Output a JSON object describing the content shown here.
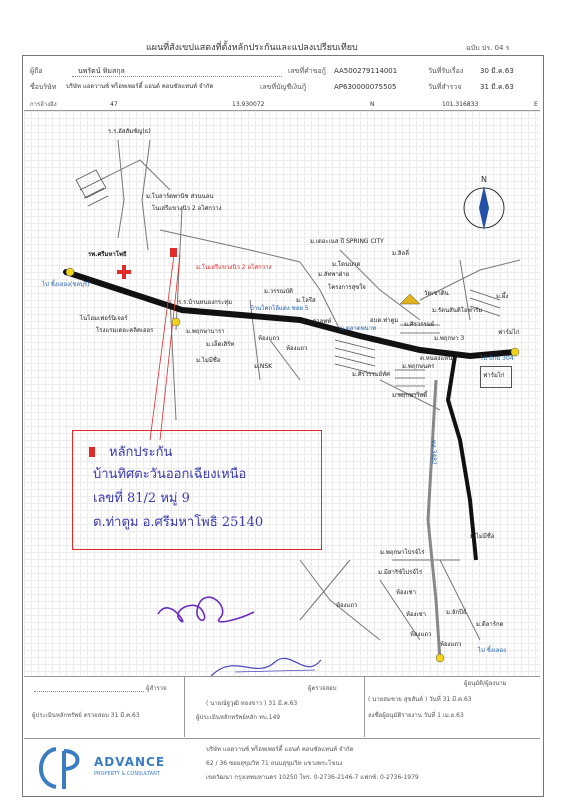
{
  "header": {
    "title": "แผนที่สังเขปแสดงที่ตั้งหลักประกันและแปลงเปรียบเทียบ",
    "form_no": "ฉบับ ปร. 04 ร"
  },
  "info": {
    "client_label": "ผู้ถือ",
    "client_name": "นพรัตน์ ทิมสกุล",
    "app_no_label": "เลขที่คำขอกู้",
    "app_no": "AA500279114001",
    "receive_date_label": "วันที่รับเรื่อง",
    "receive_date": "30 มี.ค.63",
    "appraiser_label": "ชื่อบริษัท",
    "appraiser_name": "บริษัท แอดวานซ์ พร็อพเพอร์ตี้ แอนด์ คอนซัลแทนท์ จำกัด",
    "job_no_label": "เลขที่บัญชีเงินกู้",
    "job_no": "AP630000075505",
    "survey_date_label": "วันที่สำรวจ",
    "survey_date": "31 มี.ค.63",
    "coord_label": "การอ้างอิง",
    "coord_zone": "47",
    "coord_e": "13.930072",
    "coord_n_label": "N",
    "coord_n": "101.316833",
    "coord_e_label": "E"
  },
  "map_labels": {
    "top_school": "ร.ร.อัสสัมชัญ(ธ)",
    "bus_stop": "ม.โบลาร์ดพานิช ส่วนนอน",
    "village_top": "โนเสรีแขวงนิว 2 อโศกวาง",
    "hospital": "รพ.ศรีมหาโพธิ",
    "subject_zone": "ม.โนเสรีแขวงนิว 2 อโศกวาง",
    "school2": "ร.ร.บ้านหนองกระทุ่ม",
    "spring_city": "ม.เดอะเนส ปี SPRING CITY",
    "lilly": "ม.ลิลลี่",
    "dolls": "ม.โดนนาด",
    "sattaphon": "ม.ลัทพาฝ่าย",
    "project": "โครงการสุขใจ",
    "temple": "วัดเขาดิน",
    "worabot": "ม.วรรณบัติ",
    "lori": "ม.โลรีส",
    "bee": "ม.ผึ้ง",
    "ratsami": "ม.รัตนสันติโอฟาร์ม",
    "to_sriracha": "ไป ชิ้งเลอง(ชลบุรี)",
    "homestay": "ไนโฮมเฟอร์นิเจอร์",
    "hotel": "โรงแรมเดอะคลิคเออร",
    "prukanara": "ม.พฤกษานารา",
    "mixed_road": "บ้านโคกโล้แดง ซอย 5",
    "letsit": "ม.เล็ดเสิร์ท",
    "mimisue": "ม.ไม่มีชื่อ",
    "nsk": "ม.NSK",
    "room_row": "ห้องแถว",
    "room_row2": "ห้องแถว",
    "school3": "ร.ร.ค่าลูทท์",
    "police": "อบต.ท่าตูม",
    "market": "ม.ตลาดพนาท",
    "sirawat": "ม.ศิรวรรมย์",
    "pruksa3": "ม.พฤกษา 3",
    "farm1": "ฟาร์มไก่",
    "to_cd": "ไป ปักฉ 304",
    "farm2": "ฟาร์มไก่",
    "sirawat2": "ม.ศิรวรรมย์ทัศ",
    "pruksa_mm": "ม.พฤกษนคร",
    "pruksa_lotus": "ม.พฤกษาโลตี้",
    "hatnoi": "ต.หนองแหน",
    "highway": "ทล.3482",
    "no_name2": "ม.ไม่มีชื่อ",
    "pruksa_pro": "ม.พฤกษาโปรจ์ไร่",
    "naa": "ม.มีสาริช์โปรจ์ไร่",
    "room_row3": "ห้องแถว",
    "room_row4": "ห้องเช่า",
    "room_row5": "ห้องเช่า",
    "room_row6": "ห้องแถว",
    "jatuchak": "ม.จักปีธ์",
    "boat": "ม.ดีลาร์กด",
    "room_row7": "ห้องแถว",
    "to_road": "ไป ชิ้งเลอง"
  },
  "note": {
    "line1": "หลักประกัน",
    "line2": "บ้านทิศตะวันออกเฉียงเหนือ",
    "line3": "เลขที่ 81/2 หมู่ 9",
    "line4": "ต.ท่าตูม อ.ศรีมหาโพธิ 25140"
  },
  "footer_sign": {
    "left_role": "ผู้สำรวจ",
    "left_sub": "ผู้ประเมินหลักทรัพย์ ตรวจสอบ 31 มี.ค.63",
    "mid_role": "ผู้ตรวจสอบ",
    "mid_name": "( นายณัฐวุฒิ ทองขาว ) 31 มี.ค.63",
    "mid_sub": "ผู้ประเมินหลักทรัพย์หลัก ทบ.149",
    "right_role": "ผู้อนุมัติ/ผู้ลงนาม",
    "right_name": "( นายสมชาย สุขสันต์ ) วันที่ 31 มี.ค.63",
    "right_sub": "ลงชื่อผู้อนุมัติรายงาน วันที่ 1 เม.ย.63"
  },
  "company": {
    "logo_text": "ADVANCE",
    "logo_sub": "PROPERTY & CONSULTANT",
    "name": "บริษัท แอดวานซ์ พร็อพเพอร์ตี้ แอนด์ คอนซัลแทนท์ จำกัด",
    "addr1": "62 / 36 ซอยสุขุมวิท 71 ถนนสุขุมวิท แขวงพระโขนง",
    "addr2": "เขตวัฒนา กรุงเทพมหานคร 10250 โทร. 0-2736-2146-7   แฟกซ์: 0-2736-1979"
  },
  "colors": {
    "road": "#111111",
    "note_red": "#e02b2b",
    "note_text": "#3a3ab0",
    "accent": "#1f5fae",
    "logo_blue": "#3c7dc2",
    "sign_purple": "#6b2fbf"
  }
}
